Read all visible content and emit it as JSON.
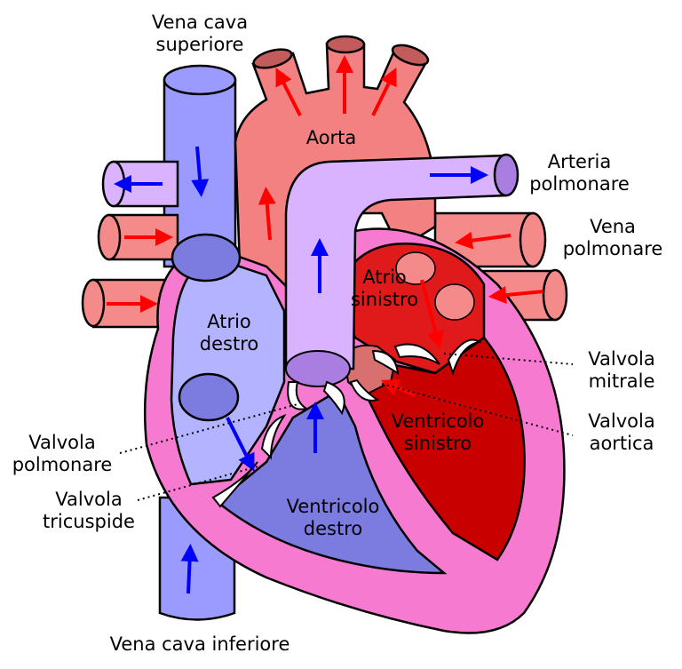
{
  "labels": {
    "vena_cava_superiore": "Vena cava\nsuperiore",
    "aorta": "Aorta",
    "arteria_polmonare": "Arteria\npolmonare",
    "vena_polmonare": "Vena\npolmonare",
    "atrio_sinistro": "Atrio\nsinistro",
    "atrio_destro": "Atrio\ndestro",
    "valvola_mitrale": "Valvola\nmitrale",
    "valvola_aortica": "Valvola\naortica",
    "ventricolo_sinistro": "Ventricolo\nsinistro",
    "valvola_polmonare": "Valvola\npolmonare",
    "valvola_tricuspide": "Valvola\ntricuspide",
    "ventricolo_destro": "Ventricolo\ndestro",
    "vena_cava_inferiore": "Vena cava inferiore"
  },
  "colors": {
    "deoxygenated_vessel": "#9b9bff",
    "deoxygenated_chamber": "#b3b3ff",
    "right_ventricle": "#7b7be0",
    "oxygenated_vessel": "#f58a8a",
    "aorta": "#f38181",
    "left_chamber": "#e01a1a",
    "left_ventricle": "#c90000",
    "pulmonary_artery": "#d9b3ff",
    "myocardium": "#f67ad0",
    "valve": "#ffffff",
    "blue_arrow": "#0000ff",
    "red_arrow": "#ff0000",
    "outline": "#000000"
  }
}
